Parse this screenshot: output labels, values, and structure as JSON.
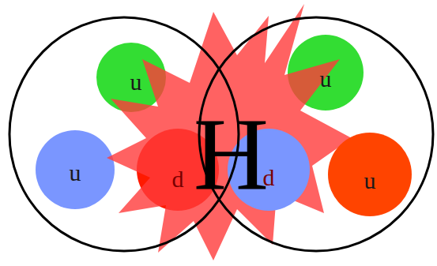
{
  "diagram": {
    "nodes": [
      {
        "text": [
          "u"
        ]
      },
      {
        "text": [
          "u"
        ]
      },
      {
        "text": [
          "u"
        ]
      },
      {
        "text": [
          "d"
        ]
      },
      {
        "text": [
          "H"
        ]
      },
      {
        "text": [
          "d"
        ]
      },
      {
        "text": [
          "u"
        ]
      }
    ]
  }
}
